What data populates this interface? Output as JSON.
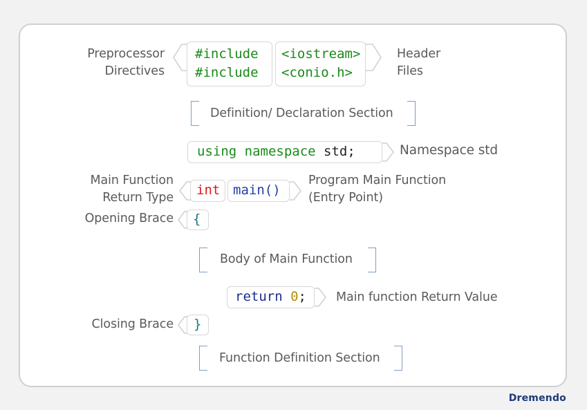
{
  "labels": {
    "preprocessor_line1": "Preprocessor",
    "preprocessor_line2": "Directives",
    "header_line1": "Header",
    "header_line2": "Files",
    "definition_section": "Definition/ Declaration Section",
    "namespace": "Namespace std",
    "main_return_type_line1": "Main Function",
    "main_return_type_line2": "Return Type",
    "program_main_line1": "Program Main Function",
    "program_main_line2": "(Entry Point)",
    "opening_brace": "Opening Brace",
    "body_of_main": "Body of Main Function",
    "main_return_value": "Main function Return Value",
    "closing_brace": "Closing Brace",
    "function_definition_section": "Function Definition Section"
  },
  "code": {
    "include1": "#include",
    "include2": "#include",
    "iostream": "<iostream>",
    "conio": "<conio.h>",
    "using_kw": "using namespace",
    "std": "std;",
    "int_kw": "int",
    "main": "main()",
    "open_brace": "{",
    "return_kw": "return",
    "zero": "0",
    "semicolon": ";",
    "close_brace": "}"
  },
  "brand": "Dremendo",
  "colors": {
    "keyword_green": "#1a8a1a",
    "type_red": "#e01818",
    "func_blue": "#1f3fa6",
    "number_gold": "#b58f00",
    "brace_teal": "#147a7a",
    "bracket_blue": "#7f9dc0",
    "brand_navy": "#1d3a78"
  }
}
